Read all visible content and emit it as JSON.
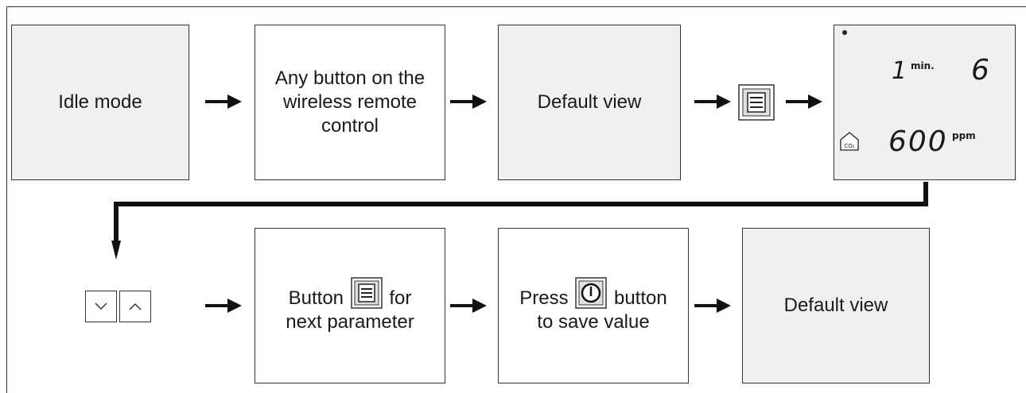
{
  "flow_row1": {
    "idle": "Idle mode",
    "remote_line1": "Any button on the",
    "remote_line2": "wireless remote",
    "remote_line3": "control",
    "default_view": "Default view"
  },
  "lcd": {
    "top_digit": "1",
    "unit_min": "min.",
    "right_digit": "6",
    "value": "600",
    "unit_ppm": "ppm",
    "co2_label": "CO₂"
  },
  "flow_row2": {
    "button_word": "Button",
    "for_word": "for",
    "next_parameter": "next parameter",
    "press_word": "Press",
    "button_lower": "button",
    "to_save_value": "to save value",
    "default_view": "Default view"
  },
  "icons": [
    "menu-icon",
    "power-icon",
    "chevron-down-icon",
    "chevron-up-icon",
    "home-co2-icon"
  ],
  "colors": {
    "box_gray": "#f0f0f0",
    "stroke": "#333333"
  }
}
